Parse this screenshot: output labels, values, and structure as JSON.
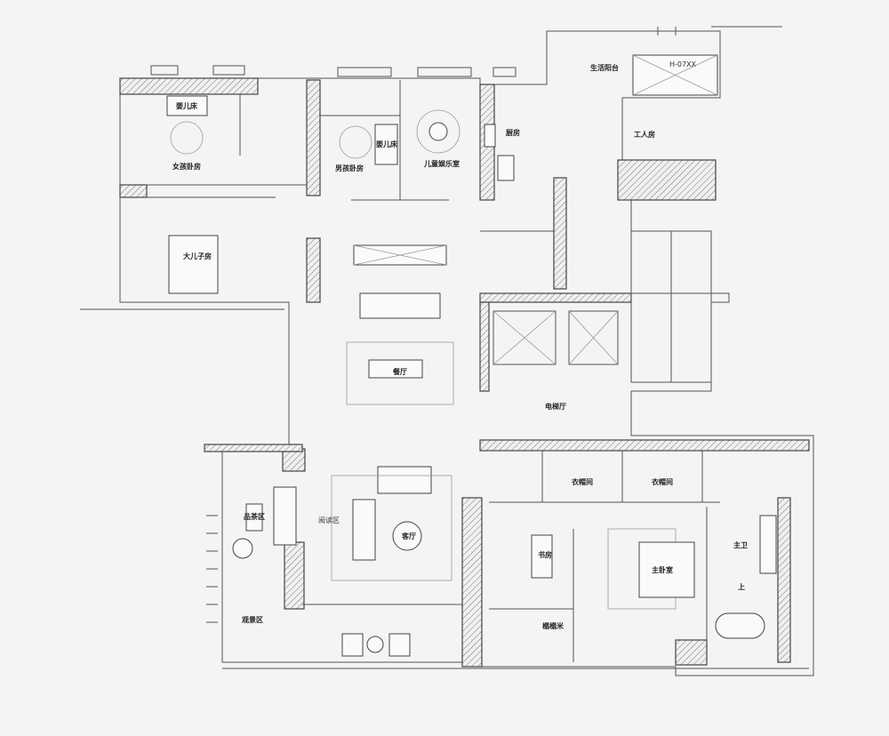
{
  "rooms": {
    "crib_1": "婴儿床",
    "girl_bedroom": "女孩卧房",
    "boy_bedroom": "男孩卧房",
    "crib_2": "婴儿床",
    "kids_playroom": "儿童娱乐室",
    "kitchen": "厨房",
    "service_balcony": "生活阳台",
    "balcony_tag": "H-07XX",
    "maid_room": "工人房",
    "eldest_son_room": "大儿子房",
    "dining_room": "餐厅",
    "elevator_hall": "电梯厅",
    "closet_1": "衣帽间",
    "closet_2": "衣帽间",
    "tea_area": "品茶区",
    "reading_area": "阅读区",
    "living_room": "客厅",
    "viewing_area": "观景区",
    "study": "书房",
    "master_bedroom": "主卧室",
    "master_bath": "主卫",
    "step_up": "上",
    "tatami": "榻榻米"
  },
  "colors": {
    "wall": "#444444",
    "background": "#f4f4f4"
  }
}
